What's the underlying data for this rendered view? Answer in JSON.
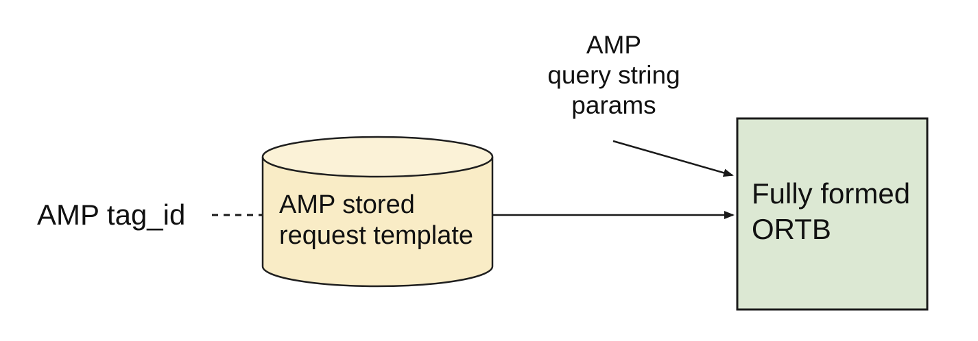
{
  "diagram": {
    "nodes": {
      "tag_id_label": {
        "text": "AMP tag_id"
      },
      "query_params_label": {
        "text": "AMP\nquery string\nparams"
      },
      "stored_request_cylinder": {
        "label": "AMP stored\nrequest template",
        "fill": "#F9ECC6",
        "top_fill": "#FBF2D7"
      },
      "ortb_box": {
        "label": "Fully formed\nORTB",
        "fill": "#DCE8D3"
      }
    },
    "connectors": {
      "tag_id_to_template": {
        "style": "dashed"
      },
      "template_to_ortb": {
        "style": "solid-arrow"
      },
      "query_params_to_ortb": {
        "style": "solid-arrow"
      }
    },
    "colors": {
      "stroke": "#1F1F1F",
      "text": "#111111",
      "background": "#FFFFFF"
    }
  }
}
